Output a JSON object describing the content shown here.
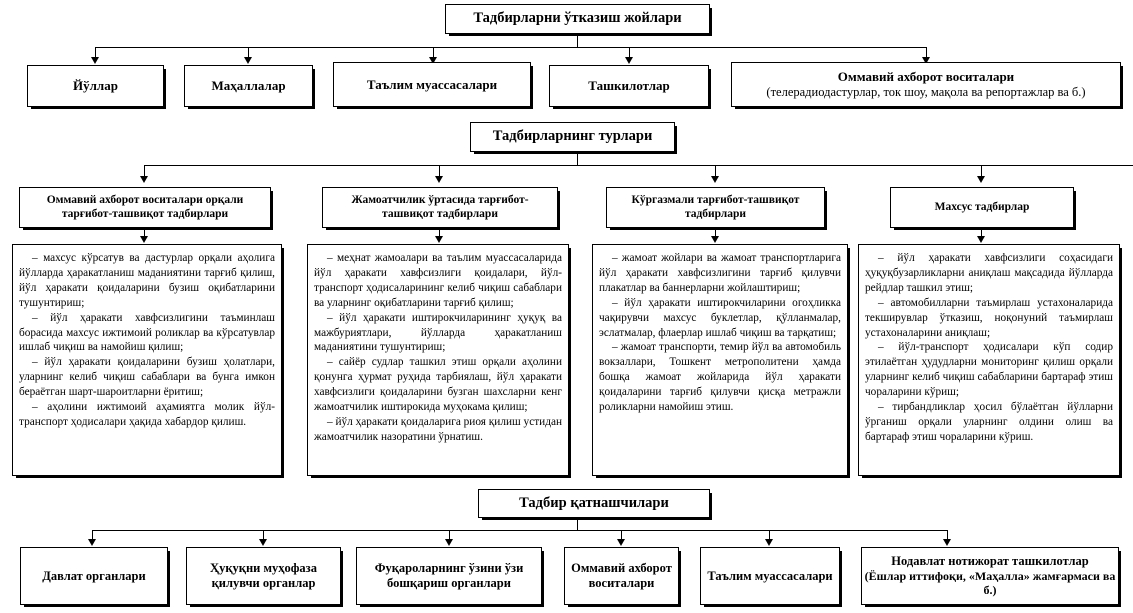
{
  "diagram": {
    "title_top": "Тадбирларни ўтказиш жойлари",
    "title_mid": "Тадбирларнинг турлари",
    "title_bottom": "Тадбир қатнашчилари",
    "venues": [
      {
        "label": "Йўллар",
        "sub": ""
      },
      {
        "label": "Маҳаллалар",
        "sub": ""
      },
      {
        "label": "Таълим муассасалари",
        "sub": ""
      },
      {
        "label": "Ташкилотлар",
        "sub": ""
      },
      {
        "label": "Оммавий ахборот воситалари",
        "sub": "(телерадиодастурлар, ток шоу, мақола ва репортажлар ва б.)"
      }
    ],
    "categories": [
      {
        "header": "Оммавий ахборот воситалари орқали тарғибот-ташвиқот тадбирлари",
        "items": [
          "– махсус кўрсатув ва дастурлар орқали аҳолига йўлларда ҳаракатланиш маданиятини тарғиб қилиш, йўл ҳаракати қоидаларини бузиш оқибатларини тушунтириш;",
          "– йўл ҳаракати хавфсизлигини таъминлаш борасида махсус ижтимоий роликлар ва кўрсатувлар ишлаб чиқиш ва намойиш қилиш;",
          "– йўл ҳаракати қоидаларини бузиш ҳолатлари, уларнинг келиб чиқиш сабаблари ва бунга имкон бераётган шарт-шароитларни ёритиш;",
          "– аҳолини ижтимоий аҳамиятга молик йўл-транспорт ҳодисалари ҳақида хабардор қилиш."
        ]
      },
      {
        "header": "Жамоатчилик ўртасида тарғибот-ташвиқот тадбирлари",
        "items": [
          "– меҳнат жамоалари ва таълим муассасаларида йўл ҳаракати хавфсизлиги қоидалари, йўл-транспорт ҳодисаларининг келиб чиқиш сабаблари ва уларнинг оқибатларини тарғиб қилиш;",
          "– йўл ҳаракати иштирокчиларининг ҳуқуқ ва мажбуриятлари, йўлларда ҳаракатланиш маданиятини тушунтириш;",
          "– сайёр судлар ташкил этиш орқали аҳолини қонунга ҳурмат руҳида тарбиялаш, йўл ҳаракати хавфсизлиги қоидаларини бузган шахсларни кенг жамоатчилик иштирокида муҳокама қилиш;",
          "– йўл ҳаракати қоидаларига риоя қилиш устидан жамоатчилик назоратини ўрнатиш."
        ]
      },
      {
        "header": "Кўргазмали тарғибот-ташвиқот тадбирлари",
        "items": [
          "– жамоат жойлари ва жамоат транспортларига йўл ҳаракати хавфсизлигини тарғиб қилувчи плакатлар ва баннерларни жойлаштириш;",
          "– йўл ҳаракати иштирокчиларини огоҳликка чақирувчи махсус буклетлар, қўлланмалар, эслатмалар, флаерлар ишлаб чиқиш ва тарқатиш;",
          "– жамоат транспорти, темир йўл ва автомобиль вокзаллари, Тошкент метрополитени ҳамда бошқа жамоат жойларида йўл ҳаракати қоидаларини тарғиб қилувчи қисқа метражли роликларни намойиш этиш."
        ]
      },
      {
        "header": "Махсус тадбирлар",
        "items": [
          "– йўл ҳаракати хавфсизлиги соҳасидаги ҳуқуқбузарликларни аниқлаш мақсадида йўлларда рейдлар ташкил этиш;",
          "– автомобилларни таъмирлаш устахоналарида текширувлар ўтказиш, ноқонуний таъмирлаш устахоналарини аниқлаш;",
          "– йўл-транспорт ҳодисалари кўп содир этилаётган ҳудудларни мониторинг қилиш орқали уларнинг келиб чиқиш сабабларини бартараф этиш чораларини кўриш;",
          "– тирбандликлар ҳосил бўлаётган йўлларни ўрганиш орқали уларнинг олдини олиш ва бартараф этиш чораларини кўриш."
        ]
      }
    ],
    "participants": [
      {
        "label": "Давлат органлари",
        "sub": ""
      },
      {
        "label": "Ҳуқуқни муҳофаза қилувчи органлар",
        "sub": ""
      },
      {
        "label": "Фуқароларнинг ўзини ўзи бошқариш органлари",
        "sub": ""
      },
      {
        "label": "Оммавий ахборот воситалари",
        "sub": ""
      },
      {
        "label": "Таълим муассасалари",
        "sub": ""
      },
      {
        "label": "Нодавлат нотижорат ташкилотлар",
        "sub": "(Ёшлар иттифоқи, «Маҳалла» жамғармаси ва б.)"
      }
    ]
  }
}
